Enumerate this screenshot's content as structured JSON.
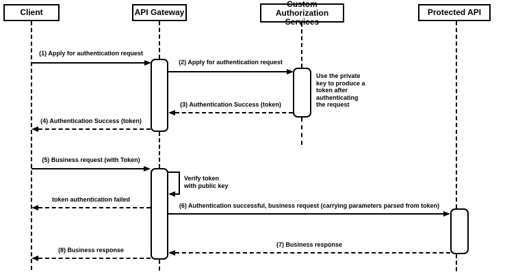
{
  "colors": {
    "line": "#000000",
    "background": "#ffffff",
    "shape_fill": "#ffffff"
  },
  "diagram_type": "uml-sequence",
  "actors": [
    {
      "label": "Client"
    },
    {
      "label": "API Gateway"
    },
    {
      "label": "Custom Authorization\nServices"
    },
    {
      "label": "Protected API"
    }
  ],
  "messages": [
    {
      "label": "(1) Apply for authentication request",
      "type": "solid",
      "from": "Client",
      "to": "API Gateway"
    },
    {
      "label": "(2) Apply for authentication request",
      "type": "solid",
      "from": "API Gateway",
      "to": "Custom Authorization Services"
    },
    {
      "label": "(3) Authentication Success (token)",
      "type": "dashed",
      "from": "Custom Authorization Services",
      "to": "API Gateway"
    },
    {
      "label": "(4) Authentication Success (token)",
      "type": "dashed",
      "from": "API Gateway",
      "to": "Client"
    },
    {
      "label": "(5) Business request (with Token)",
      "type": "solid",
      "from": "Client",
      "to": "API Gateway"
    },
    {
      "label": "Verify token\nwith public key",
      "type": "self",
      "from": "API Gateway",
      "to": "API Gateway"
    },
    {
      "label": "token authentication failed",
      "type": "dashed",
      "from": "API Gateway",
      "to": "Client"
    },
    {
      "label": "(6) Authentication successful, business request (carrying parameters parsed from token)",
      "type": "solid",
      "from": "API Gateway",
      "to": "Protected API"
    },
    {
      "label": "(7) Business response",
      "type": "dashed",
      "from": "Protected API",
      "to": "API Gateway"
    },
    {
      "label": "(8) Business response",
      "type": "dashed",
      "from": "API Gateway",
      "to": "Client"
    }
  ],
  "note": {
    "text": "Use the private\nkey to produce a\ntoken after\nauthenticating\nthe request"
  }
}
